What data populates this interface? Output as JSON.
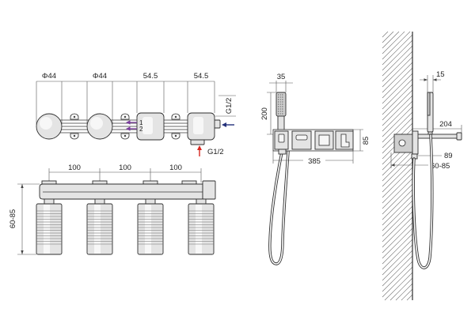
{
  "plan_view": {
    "diameter_1": "Φ44",
    "diameter_2": "Φ44",
    "width_3": "54.5",
    "width_4": "54.5",
    "inlet_1": "1",
    "inlet_2": "2",
    "side_connection": "G1/2",
    "bottom_connection": "G1/2"
  },
  "front_view": {
    "spacing": [
      "100",
      "100",
      "100"
    ],
    "wall_depth": "60-85"
  },
  "wall_plate_view": {
    "holder_width": "35",
    "handshower_height": "200",
    "plate_height": "85",
    "plate_width": "385"
  },
  "side_view": {
    "holder_depth": "15",
    "spout_projection": "204",
    "plate_projection": "89",
    "wall_depth": "60-85"
  },
  "colors": {
    "inlet_arrows": "#7a3d9c",
    "side_connection_arrow": "#23307a",
    "bottom_connection_arrow": "#d7261e"
  }
}
